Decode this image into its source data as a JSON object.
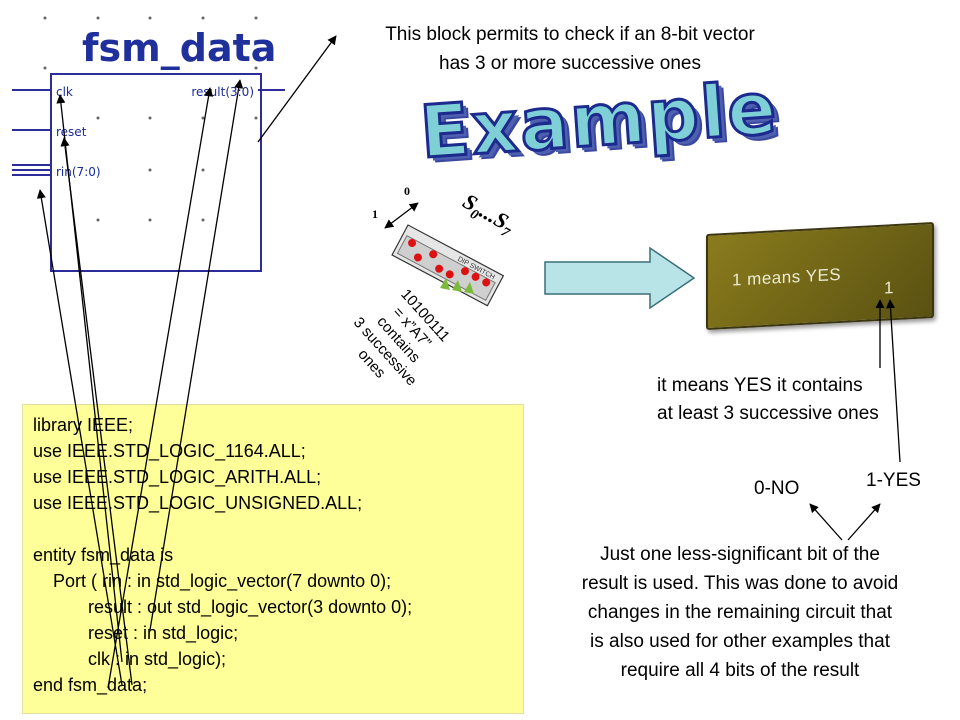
{
  "block": {
    "title": "fsm_data",
    "ports_left": [
      "clk",
      "reset",
      "rin(7:0)"
    ],
    "port_right": "result(3:0)"
  },
  "top_note": {
    "line1": "This block permits to check if an 8-bit vector",
    "line2": "has 3 or more successive ones"
  },
  "example_title": "Example",
  "dip": {
    "label_0": "0",
    "label_1": "1",
    "switch_range_s": "S",
    "switch_range_sub0": "0",
    "switch_range_dots": "...S",
    "switch_range_sub7": "7",
    "switch_text": "DIP SWITCH"
  },
  "binary_note": [
    "10100111",
    "= x”A7”",
    "contains",
    "3 successive",
    "ones"
  ],
  "lcd": {
    "text": "1 means YES",
    "digit": "1"
  },
  "means_note": {
    "line1": "it means YES it contains",
    "line2": "at least 3 successive ones"
  },
  "labels": {
    "no": "0-NO",
    "yes": "1-YES"
  },
  "bottom_note": [
    "Just one less-significant bit of the",
    "result is used. This was done to avoid",
    "changes in the remaining circuit that",
    "is also used for other examples that",
    "require all 4 bits of the result"
  ],
  "code": [
    "library IEEE;",
    "use IEEE.STD_LOGIC_1164.ALL;",
    "use IEEE.STD_LOGIC_ARITH.ALL;",
    "use IEEE.STD_LOGIC_UNSIGNED.ALL;",
    "",
    "entity fsm_data is",
    "    Port ( rin : in std_logic_vector(7 downto 0);",
    "           result : out std_logic_vector(3 downto 0);",
    "           reset : in std_logic;",
    "           clk : in std_logic);",
    "end fsm_data;"
  ],
  "colors": {
    "block_title": "#1f2f9c",
    "code_bg": "#ffff99",
    "lcd_bg": "#7a6e1a",
    "example_fill": "#7ed0d6"
  }
}
